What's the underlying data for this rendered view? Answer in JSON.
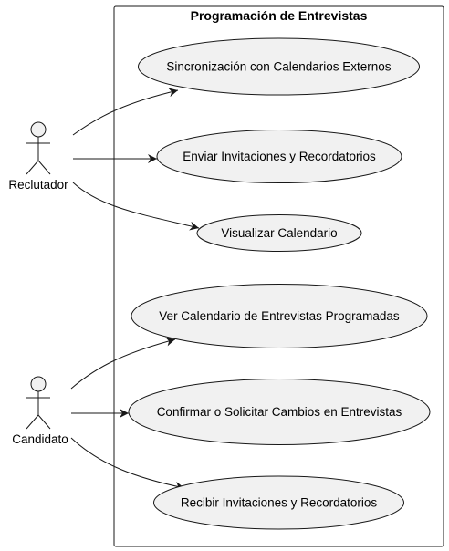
{
  "diagram": {
    "system": {
      "title": "Programación de Entrevistas"
    },
    "actors": [
      {
        "id": "reclutador",
        "label": "Reclutador"
      },
      {
        "id": "candidato",
        "label": "Candidato"
      }
    ],
    "use_cases": [
      {
        "id": "uc1",
        "label": "Sincronización con Calendarios Externos"
      },
      {
        "id": "uc2",
        "label": "Enviar Invitaciones y Recordatorios"
      },
      {
        "id": "uc3",
        "label": "Visualizar Calendario"
      },
      {
        "id": "uc4",
        "label": "Ver Calendario de Entrevistas Programadas"
      },
      {
        "id": "uc5",
        "label": "Confirmar o Solicitar Cambios en Entrevistas"
      },
      {
        "id": "uc6",
        "label": "Recibir Invitaciones y Recordatorios"
      }
    ],
    "associations": [
      {
        "from": "reclutador",
        "to": "uc1"
      },
      {
        "from": "reclutador",
        "to": "uc2"
      },
      {
        "from": "reclutador",
        "to": "uc3"
      },
      {
        "from": "candidato",
        "to": "uc4"
      },
      {
        "from": "candidato",
        "to": "uc5"
      },
      {
        "from": "candidato",
        "to": "uc6"
      }
    ],
    "colors": {
      "stroke": "#181818",
      "fill": "#F1F1F1",
      "background": "#FFFFFF"
    }
  }
}
